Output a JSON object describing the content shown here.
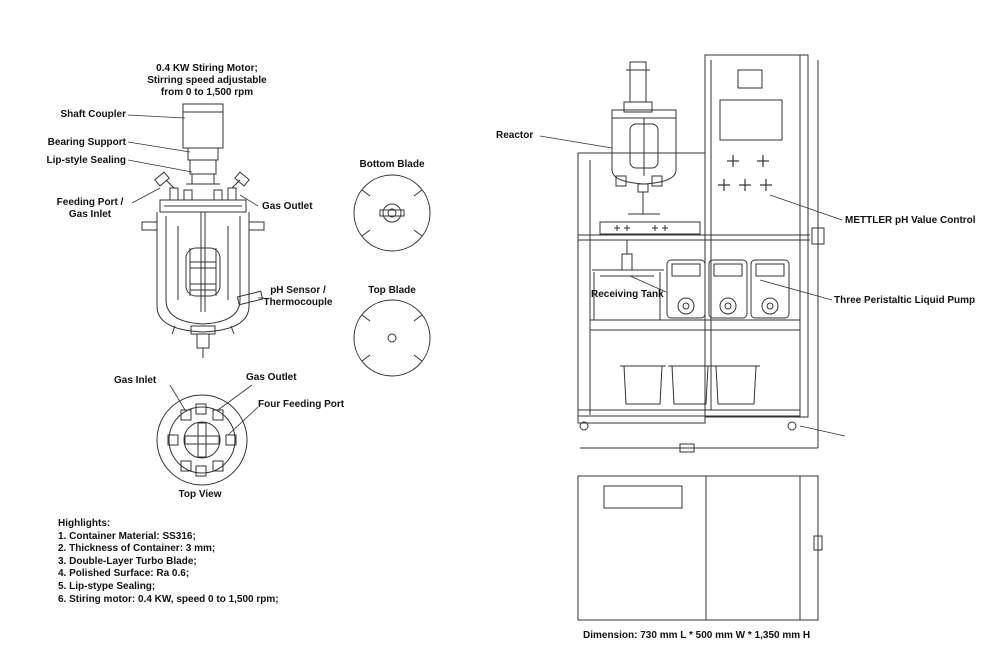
{
  "left_diagram": {
    "motor_label": "0.4 KW Stiring Motor;\nStirring speed adjustable\nfrom 0 to 1,500 rpm",
    "shaft_coupler": "Shaft Coupler",
    "bearing_support": "Bearing Support",
    "lip_sealing": "Lip-style Sealing",
    "feeding_port": "Feeding Port /\nGas Inlet",
    "gas_outlet": "Gas Outlet",
    "ph_sensor": "pH Sensor /\nThermocouple",
    "bottom_blade": "Bottom Blade",
    "top_blade": "Top Blade",
    "top_view": {
      "gas_inlet": "Gas Inlet",
      "gas_outlet": "Gas Outlet",
      "four_feeding_port": "Four Feeding Port",
      "caption": "Top View"
    }
  },
  "highlights": {
    "title": "Highlights:",
    "items": [
      "1. Container Material: SS316;",
      "2. Thickness of Container: 3 mm;",
      "3. Double-Layer Turbo Blade;",
      "4. Polished Surface: Ra 0.6;",
      "5. Lip-stype Sealing;",
      "6. Stiring motor: 0.4 KW, speed 0 to 1,500 rpm;"
    ]
  },
  "right_diagram": {
    "reactor": "Reactor",
    "mettler": "METTLER pH Value Control",
    "receiving_tank": "Receiving Tank",
    "pumps": "Three Peristaltic Liquid Pump",
    "dimension": "Dimension: 730 mm L * 500 mm W * 1,350 mm H"
  }
}
